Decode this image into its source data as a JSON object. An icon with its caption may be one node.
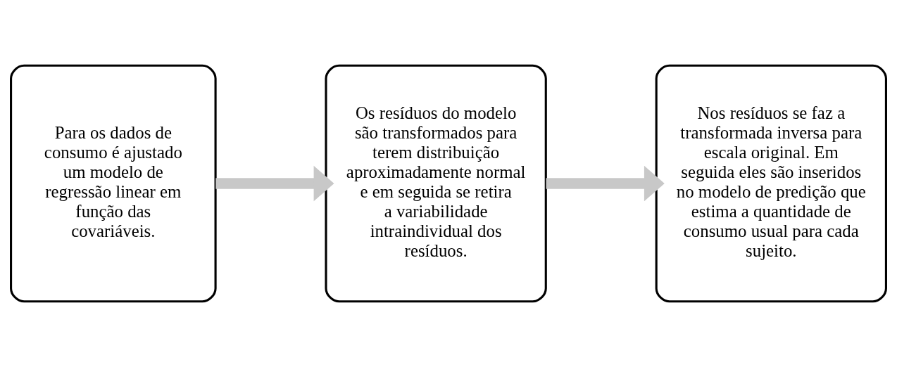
{
  "diagram": {
    "nodes": [
      {
        "text": [
          "Para os dados de consumo é ajustado um modelo de regressão linear em função das covariáveis."
        ]
      },
      {
        "text": [
          "Os resíduos do modelo são transformados para terem distribuição aproximadamente normal e em seguida se retira a variabilidade intraindividual dos resíduos."
        ]
      },
      {
        "text": [
          "Nos resíduos se faz a transformada inversa para escala original. Em seguida eles são inseridos no modelo de predição que estima a quantidade de consumo usual para cada sujeito."
        ]
      }
    ],
    "edges": [
      {
        "from": 0,
        "to": 1,
        "arrow": "to"
      },
      {
        "from": 1,
        "to": 2,
        "arrow": "to"
      }
    ]
  }
}
